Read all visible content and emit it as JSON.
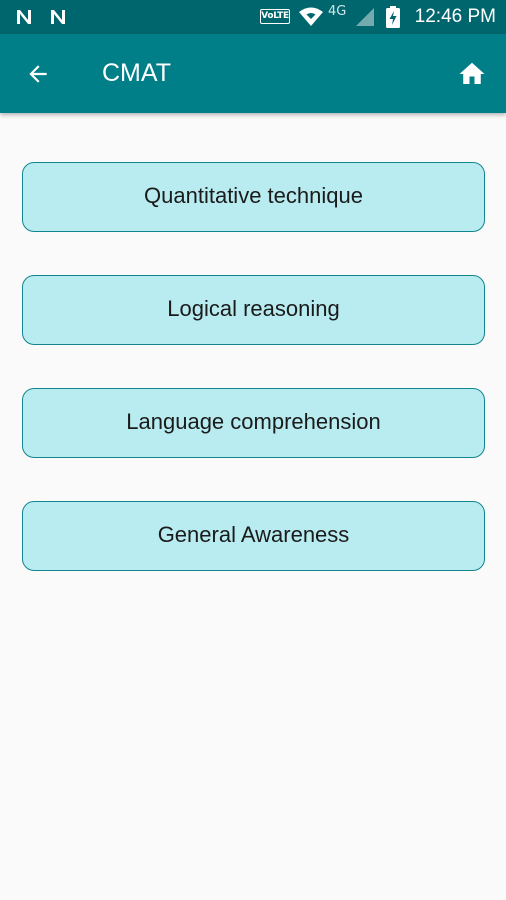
{
  "status_bar": {
    "network_type": "4G",
    "volte_label": "VoLTE",
    "time": "12:46 PM",
    "icons": [
      "n-notification-icon",
      "n-notification-icon",
      "volte-icon",
      "wifi-icon",
      "signal-icon",
      "battery-charging-icon"
    ]
  },
  "app_bar": {
    "title": "CMAT",
    "back_icon": "arrow-back-icon",
    "home_icon": "home-icon"
  },
  "menu": {
    "items": [
      {
        "label": "Quantitative technique"
      },
      {
        "label": "Logical reasoning"
      },
      {
        "label": "Language comprehension"
      },
      {
        "label": "General Awareness"
      }
    ]
  },
  "colors": {
    "status_bar": "#00666e",
    "app_bar": "#017f88",
    "button_fill": "#b8ecf0",
    "button_border": "#12868f",
    "background": "#fafafa"
  }
}
